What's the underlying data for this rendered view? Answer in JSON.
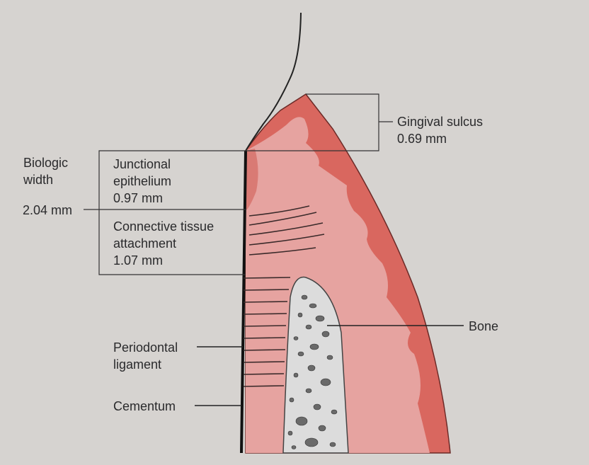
{
  "labels": {
    "gingival_sulcus": {
      "name": "Gingival sulcus",
      "value": "0.69 mm"
    },
    "biologic_width": {
      "line1": "Biologic",
      "line2": "width",
      "value": "2.04 mm"
    },
    "junctional_epithelium": {
      "line1": "Junctional",
      "line2": "epithelium",
      "value": "0.97 mm"
    },
    "connective_tissue": {
      "line1": "Connective tissue",
      "line2": "attachment",
      "value": "1.07 mm"
    },
    "bone": "Bone",
    "periodontal_ligament": {
      "line1": "Periodontal",
      "line2": "ligament"
    },
    "cementum": "Cementum"
  },
  "colors": {
    "background": "#d6d3d0",
    "gingiva_outer": "#d9675f",
    "gingiva_inner": "#e6a3a0",
    "bone_fill": "#dcdcdc",
    "lines": "#222222"
  }
}
